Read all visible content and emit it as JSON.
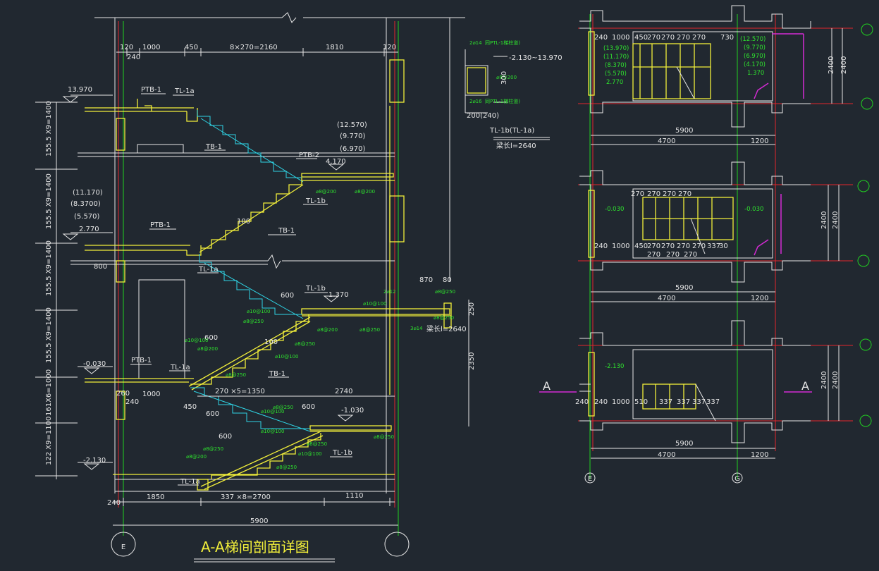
{
  "title": "A-A梯间剖面详图",
  "section_mark": "A",
  "axes": {
    "left": "E",
    "right": "G"
  },
  "elevations_section": {
    "top": "13.970",
    "floor_2770": "2.770",
    "floor_m0030": "-0.030",
    "bottom": "-2.130",
    "landing_4170": "4.170",
    "landing_1370": "1.370",
    "landing_m1030": "-1.030",
    "group_right": [
      "(12.570)",
      "(9.770)",
      "(6.970)"
    ],
    "group_left": [
      "(11.170)",
      "(8.3700)",
      "(5.570)"
    ]
  },
  "dims_top": [
    "120",
    "240",
    "1000",
    "450",
    "8×270=2160",
    "1810",
    "120"
  ],
  "dims_bottom": [
    "240",
    "1850",
    "337 ×8=2700",
    "1110",
    "5900"
  ],
  "dims_vertical": [
    "155.5 X9=1400",
    "155.5 X9=1400",
    "155.5 X9=1400",
    "155.5 X9=1400",
    "161X6=1000",
    "122 X9=1100"
  ],
  "dims_misc": {
    "d800": "800",
    "d600": "600",
    "d870": "870",
    "d80": "80",
    "d250": "250",
    "d2350": "2350",
    "d2740": "2740",
    "d1000": "1000",
    "d450": "450",
    "d270x5": "270 ×5=1350",
    "d260": "260",
    "d100": "100",
    "d300": "300",
    "d200240": "200(240)"
  },
  "component_labels": {
    "ptb1": "PTB-1",
    "tl1a": "TL-1a",
    "tb1": "TB-1",
    "ptb2": "PTB-2",
    "tl1b": "TL-1b",
    "beam_len": "梁长l=2640",
    "detail_title": "TL-1b(TL-1a)",
    "detail_elev": "-2.130~13.970",
    "detail_note_top": "同PTL-1梯柱道)",
    "detail_note_bot": "同PTL-1梯柱道)",
    "detail_rebar_top": "2⌀14",
    "detail_rebar_bot": "2⌀16",
    "detail_stirrup": "⌀8@200"
  },
  "rebar_labels": [
    "⌀8@200",
    "⌀8@200",
    "⌀10@100",
    "⌀8@250",
    "⌀10@100",
    "⌀8@200",
    "⌀8@250",
    "⌀8@250",
    "⌀10@100",
    "⌀8@250",
    "⌀10@100",
    "⌀8@200",
    "⌀8@250",
    "⌀10@100",
    "⌀8@250",
    "⌀8@250",
    "⌀10@100",
    "⌀8@250",
    "⌀8@200",
    "⌀8@250",
    "2⌀12",
    "3⌀14",
    "⌀8@250",
    "⌀10@100",
    "⌀8@250"
  ],
  "plans": {
    "top": {
      "dims": [
        "240",
        "1000",
        "450",
        "270",
        "270",
        "270",
        "270",
        "730"
      ],
      "elev_left": [
        "(13.970)",
        "(11.170)",
        "(8.370)",
        "(5.570)",
        "2.770"
      ],
      "elev_right": [
        "(12.570)",
        "(9.770)",
        "(6.970)",
        "(4.170)",
        "1.370"
      ],
      "overall": "5900",
      "sub_left": "4700",
      "sub_right": "1200",
      "vert": "2400",
      "vert2": "2400"
    },
    "middle": {
      "dims_top": [
        "270",
        "270",
        "270",
        "270"
      ],
      "dims_bot": [
        "240",
        "1000",
        "450",
        "270",
        "270",
        "270",
        "270",
        "337",
        "30"
      ],
      "dims_bot2": [
        "270",
        "270",
        "270"
      ],
      "elev_left": "-0.030",
      "elev_right": "-0.030",
      "overall": "5900",
      "sub_left": "4700",
      "sub_right": "1200",
      "vert": "2400",
      "vert2": "2400"
    },
    "bottom": {
      "dims": [
        "240",
        "240",
        "1000",
        "510",
        "337",
        "337",
        "337",
        "337"
      ],
      "elev": "-2.130",
      "overall": "5900",
      "sub_left": "4700",
      "sub_right": "1200",
      "vert": "2400",
      "vert2": "2400"
    }
  }
}
